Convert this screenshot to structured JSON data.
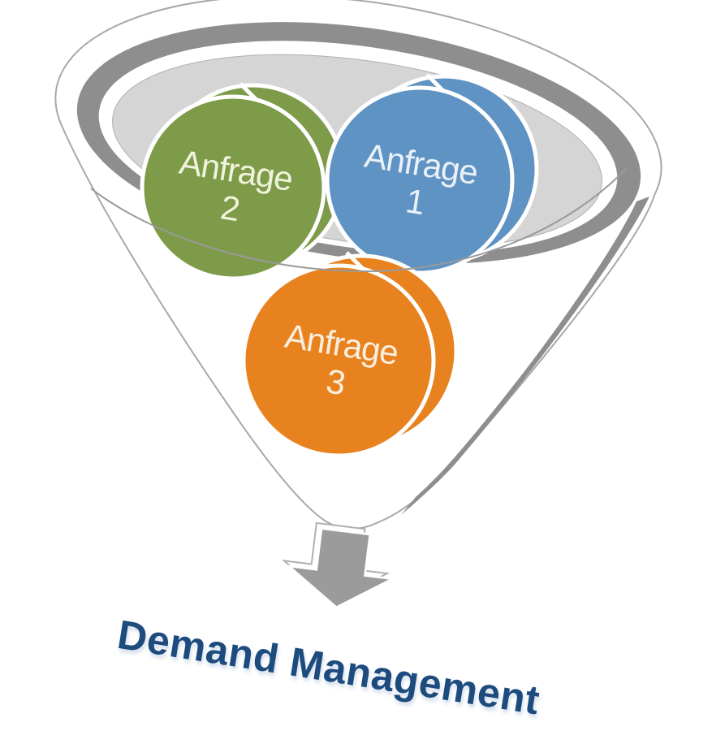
{
  "diagram": {
    "title": {
      "text": "Demand Management",
      "color": "#1d4b7e"
    },
    "funnel": {
      "rim_color": "#8e8e8e",
      "rim_gap_color": "#ffffff",
      "inner_color": "#d5d5d5",
      "body_color": "#ffffff",
      "outline_color": "#a8a8a8",
      "front_edge_color": "#9a9a9a",
      "shadow_color": "#8e8e8e",
      "arrow_color": "#9b9b9b"
    },
    "items": [
      {
        "id": "anfrage-1",
        "label": "Anfrage",
        "number": "1",
        "color": "#5f93c3",
        "label_color": "#e9f0f7"
      },
      {
        "id": "anfrage-2",
        "label": "Anfrage",
        "number": "2",
        "color": "#7d9b49",
        "label_color": "#f0f3dc"
      },
      {
        "id": "anfrage-3",
        "label": "Anfrage",
        "number": "3",
        "color": "#e8821f",
        "label_color": "#faeedd"
      }
    ]
  }
}
